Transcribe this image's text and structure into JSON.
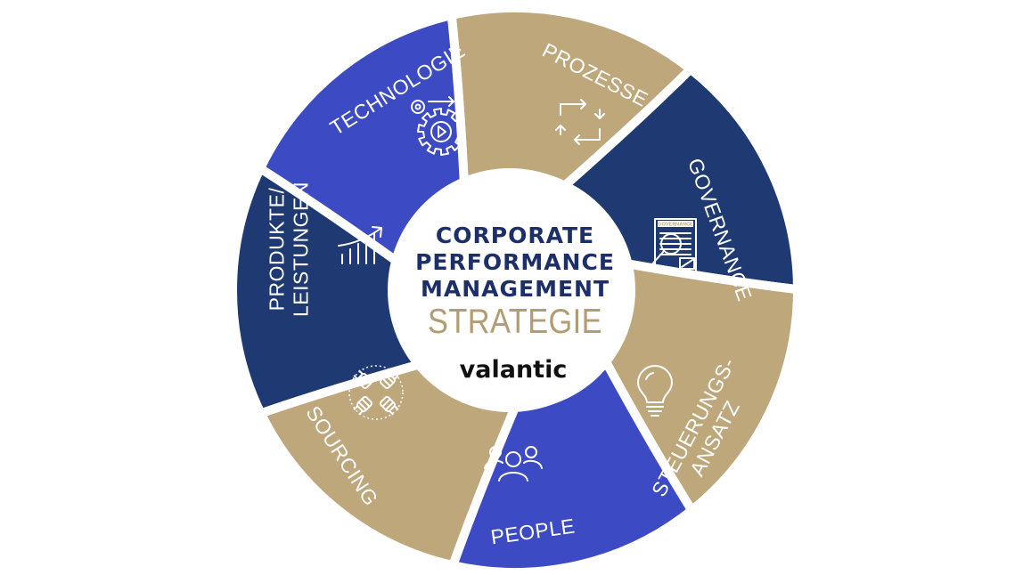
{
  "center": {
    "title_lines": [
      "CORPORATE",
      "PERFORMANCE",
      "MANAGEMENT"
    ],
    "subtitle": "STRATEGIE",
    "brand": "valantic"
  },
  "segments": [
    {
      "id": "technologie",
      "label_lines": [
        "TECHNOLOGIE"
      ],
      "color": "#bfa77c",
      "icon": "gear-play-icon"
    },
    {
      "id": "prozesse",
      "label_lines": [
        "PROZESSE"
      ],
      "color": "#1f3a73",
      "icon": "cycle-arrows-icon"
    },
    {
      "id": "governance",
      "label_lines": [
        "GOVERNANCE"
      ],
      "color": "#bfa77c",
      "icon": "governance-document-icon",
      "icon_text": "GOVERNANCE"
    },
    {
      "id": "steuerungsansatz",
      "label_lines": [
        "STEUERUNGS-",
        "ANSATZ"
      ],
      "color": "#3c4bc4",
      "icon": "lightbulb-icon"
    },
    {
      "id": "people",
      "label_lines": [
        "PEOPLE"
      ],
      "color": "#bfa77c",
      "icon": "people-icon"
    },
    {
      "id": "sourcing",
      "label_lines": [
        "SOURCING"
      ],
      "color": "#1f3a73",
      "icon": "fist-bump-icon"
    },
    {
      "id": "produkte",
      "label_lines": [
        "PRODUKTE/",
        "LEISTUNGEN"
      ],
      "color": "#3c4bc4",
      "icon": "growth-chart-icon"
    }
  ],
  "colors": {
    "navy": "#1f3a73",
    "blue": "#3c4bc4",
    "gold": "#bfa77c",
    "title": "#1c2f68",
    "subtitle": "#b29c72",
    "brand": "#111111"
  }
}
